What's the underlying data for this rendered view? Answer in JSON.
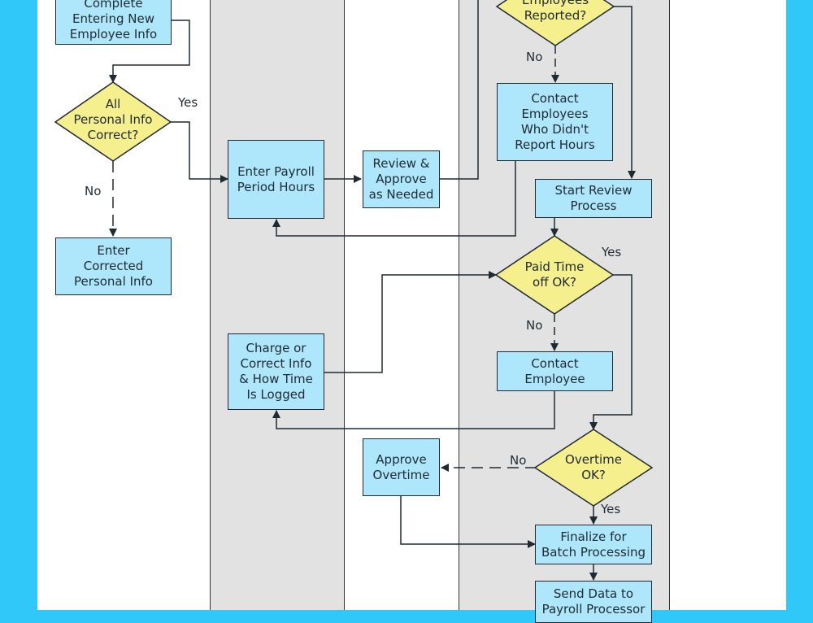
{
  "colors": {
    "background": "#2fc8f8",
    "lane": "#e2e2e2",
    "process": "#aee6fb",
    "decision": "#f6ef8d",
    "line": "#1f2a33"
  },
  "diagram": {
    "nodes": {
      "complete_entering": "Complete\nEntering New\nEmployee Info",
      "all_personal_info": "All\nPersonal Info\nCorrect?",
      "enter_corrected": "Enter\nCorrected\nPersonal Info",
      "enter_payroll_hours": "Enter Payroll\nPeriod Hours",
      "review_approve": "Review &\nApprove\nas Needed",
      "employees_reported": "Employees\nReported?",
      "contact_employees": "Contact\nEmployees\nWho Didn't\nReport Hours",
      "start_review": "Start Review\nProcess",
      "paid_time_off": "Paid Time\noff OK?",
      "contact_employee": "Contact\nEmployee",
      "charge_correct": "Charge or\nCorrect Info\n& How Time\nIs Logged",
      "overtime_ok": "Overtime\nOK?",
      "approve_overtime": "Approve\nOvertime",
      "finalize_batch": "Finalize for\nBatch Processing",
      "send_data": "Send Data to\nPayroll Processor"
    },
    "edge_labels": {
      "personal_yes": "Yes",
      "personal_no": "No",
      "reported_no": "No",
      "pto_yes": "Yes",
      "pto_no": "No",
      "overtime_no": "No",
      "overtime_yes": "Yes"
    }
  }
}
